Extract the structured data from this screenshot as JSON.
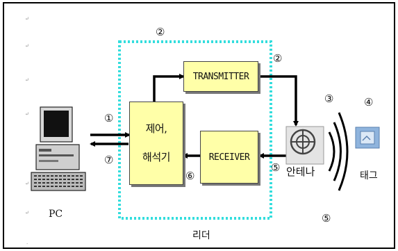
{
  "blocks": {
    "transmitter": "TRANSMITTER",
    "receiver": "RECEIVER",
    "control_line1": "제어,",
    "control_line2": "해석기"
  },
  "labels": {
    "pc": "PC",
    "reader": "리더",
    "antenna": "안테나",
    "tag": "태그"
  },
  "steps": {
    "s1": "①",
    "s2_top": "②",
    "s2_right": "②",
    "s3": "③",
    "s4": "④",
    "s5_bottom": "⑤",
    "s5_mid": "⑤",
    "s6": "⑥",
    "s7": "⑦"
  },
  "marks": {
    "para": "↵",
    "dot": "."
  },
  "colors": {
    "block_fill": "#ffffa8",
    "reader_border": "#33dddd",
    "arrow": "#000000"
  }
}
